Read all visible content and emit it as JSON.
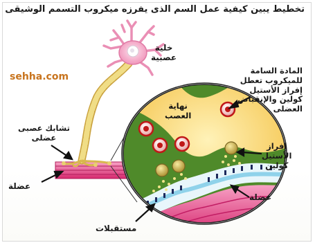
{
  "title": "تخطيط يبين كيفية عمل السم الذى يفرزه ميكروب التسمم الوشيقى",
  "watermark": "sehha.com",
  "labels": {
    "nerve_cell": [
      "خلية",
      "عصبية"
    ],
    "toxin": [
      "المادة السامة",
      "للميكروب تعطل",
      "إفراز الأستيل",
      "كولين والإنقباض",
      "العضلى"
    ],
    "nerve_ending": [
      "نهاية",
      "العصب"
    ],
    "acetylcholine_release": [
      "إفراز",
      "الأستيل",
      "كولين"
    ],
    "neuromuscular_junction": [
      "تشابك عصبى",
      "عضلى"
    ],
    "muscle_left": "عضلة",
    "muscle_right": "عضلة",
    "receptors": "مستقبلات"
  },
  "colors": {
    "neuron": "#f7a8c4",
    "axon": "#e9d27a",
    "zoom_background": "#f7cd63",
    "nerve_tissue": "#4f8a2a",
    "muscle": "#e8337a",
    "watermark": "#c8741e"
  }
}
